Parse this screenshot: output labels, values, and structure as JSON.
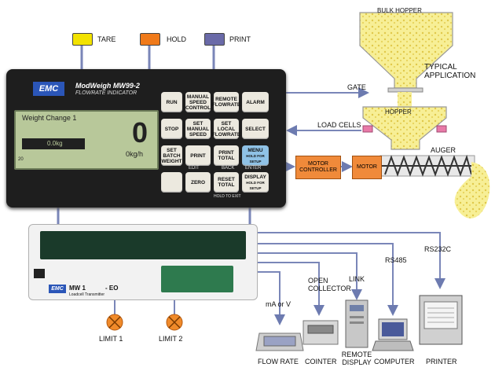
{
  "buttons": {
    "tare": "TARE",
    "hold": "HOLD",
    "print": "PRINT",
    "colors": {
      "tare": "#f2e200",
      "hold": "#f07a1a",
      "print": "#6a6aa8"
    }
  },
  "indicator": {
    "brand": "EMC",
    "model": "ModWeigh MW99-2",
    "subtitle": "FLOWRATE INDICATOR",
    "display": {
      "header": "Weight Change 1",
      "value": "0",
      "bar_value": "0.0kg",
      "unit": "0kg/h",
      "corner": "20"
    },
    "keys": {
      "run": "RUN",
      "manual_speed_control": "MANUAL SPEED CONTROL",
      "remote_flowrate": "REMOTE FLOWRATE",
      "alarm": "ALARM",
      "stop": "STOP",
      "set_manual_speed": "SET MANUAL SPEED",
      "set_local_flowrate": "SET LOCAL FLOWRATE",
      "select": "SELECT",
      "set_batch_weight": "SET BATCH WEIGHT",
      "print": "PRINT",
      "print_total": "PRINT TOTAL",
      "menu": "MENU",
      "menu_sub": "HOLD FOR SETUP",
      "zero": "ZERO",
      "reset_total": "RESET TOTAL",
      "display": "DISPLAY",
      "display_sub": "HOLD FOR SETUP",
      "back": "BACK",
      "enter": "ENTER",
      "hold_to_exit": "HOLD TO EXIT",
      "edit": "EDIT"
    }
  },
  "transmitter": {
    "brand": "EMC",
    "model": "MW 1",
    "suffix": "- EO",
    "subtitle": "Loadcell Transmitter"
  },
  "limits": {
    "limit1": "LIMIT 1",
    "limit2": "LIMIT 2",
    "color": "#f08a2a"
  },
  "application": {
    "bulk_hopper": "BULK HOPPER",
    "typical_application": "TYPICAL APPLICATION",
    "gate": "GATE",
    "load_cells": "LOAD CELLS",
    "hopper": "HOPPER",
    "auger": "AUGER",
    "motor": "MOTOR",
    "motor_controller": "MOTOR CONTROLLER",
    "material_color": "#f3ea7a",
    "motor_color": "#f08a3a"
  },
  "outputs": {
    "ma_or_v": "mA or V",
    "open_collector": "OPEN COLLECTOR",
    "link": "LINK",
    "rs485": "RS485",
    "rs232c": "RS232C",
    "flow_rate": "FLOW RATE",
    "counter": "COINTER",
    "remote_display": "REMOTE DISPLAY",
    "computer": "COMPUTER",
    "printer": "PRINTER",
    "line_color": "#7a86b8"
  }
}
